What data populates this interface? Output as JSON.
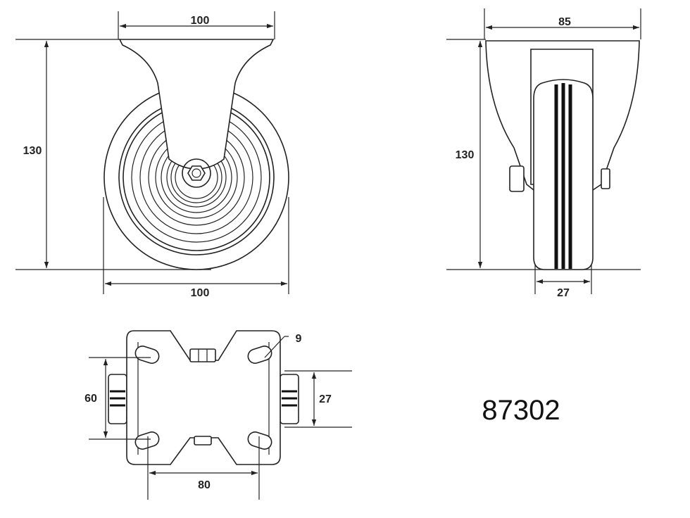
{
  "model_number": "87302",
  "front_view": {
    "top_width": "100",
    "height": "130",
    "wheel_diameter": "100"
  },
  "side_view": {
    "top_width": "85",
    "height": "130",
    "wheel_width": "27"
  },
  "top_view": {
    "slot_width": "9",
    "hole_spacing_vertical": "60",
    "hole_spacing_horizontal": "80",
    "wheel_width": "27"
  }
}
